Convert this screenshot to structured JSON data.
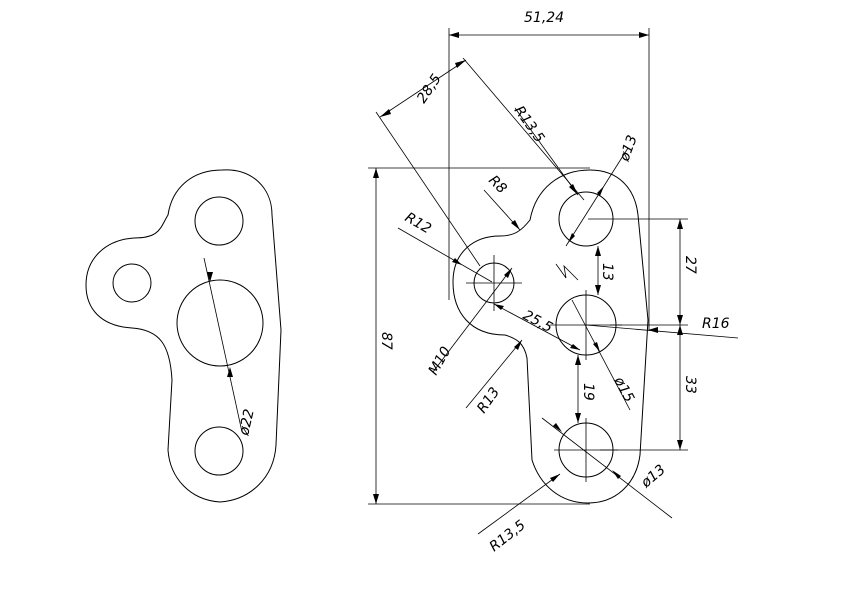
{
  "dimensions": {
    "width_top": "51,24",
    "length_28_5": "28,5",
    "radius_r13_5_top": "R13,5",
    "dia_13_top": "ø13",
    "radius_r8": "R8",
    "radius_r12": "R12",
    "dist_13": "13",
    "dist_27": "27",
    "dist_25_5": "25,5",
    "radius_r16": "R16",
    "height_87": "87",
    "thread_m10": "M10",
    "radius_r13": "R13",
    "dist_19": "19",
    "dia_15": "ø15",
    "dist_33": "33",
    "dia_13_bottom": "ø13",
    "radius_r13_5_bottom": "R13,5",
    "dia_22_left": "ø22"
  },
  "colors": {
    "line": "#000000",
    "background": "#ffffff"
  }
}
